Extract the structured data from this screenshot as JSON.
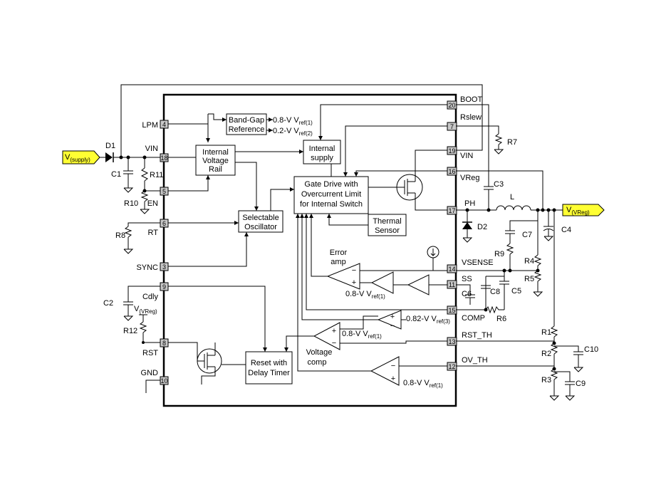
{
  "pins": [
    {
      "num": "4",
      "name": "LPM"
    },
    {
      "num": "18",
      "name": "VIN"
    },
    {
      "num": "5",
      "name": "EN"
    },
    {
      "num": "6",
      "name": "RT"
    },
    {
      "num": "3",
      "name": "SYNC"
    },
    {
      "num": "9",
      "name": "Cdly"
    },
    {
      "num": "8",
      "name": "RST"
    },
    {
      "num": "10",
      "name": "GND"
    },
    {
      "num": "20",
      "name": "BOOT"
    },
    {
      "num": "7",
      "name": "Rslew"
    },
    {
      "num": "19",
      "name": "VIN"
    },
    {
      "num": "16",
      "name": "VReg"
    },
    {
      "num": "17",
      "name": "PH"
    },
    {
      "num": "14",
      "name": "VSENSE"
    },
    {
      "num": "11",
      "name": "SS"
    },
    {
      "num": "15",
      "name": "COMP"
    },
    {
      "num": "13",
      "name": "RST_TH"
    },
    {
      "num": "12",
      "name": "OV_TH"
    }
  ],
  "blocks": {
    "bandgap": [
      "Band-Gap",
      "Reference"
    ],
    "vrail": [
      "Internal",
      "Voltage",
      "Rail"
    ],
    "isupply": [
      "Internal",
      "supply"
    ],
    "gate": [
      "Gate Drive with",
      "Overcurrent Limit",
      "for Internal Switch"
    ],
    "osc": [
      "Selectable",
      "Oscillator"
    ],
    "thermal": [
      "Thermal",
      "Sensor"
    ],
    "reset": [
      "Reset with",
      "Delay Timer"
    ]
  },
  "components": {
    "D1": "D1",
    "C1": "C1",
    "R11": "R11",
    "R10": "R10",
    "R8": "R8",
    "C2": "C2",
    "R12": "R12",
    "R7": "R7",
    "C3": "C3",
    "L": "L",
    "C4": "C4",
    "D2": "D2",
    "C7": "C7",
    "R9": "R9",
    "R4": "R4",
    "R5": "R5",
    "C6": "C6",
    "C8": "C8",
    "C5": "C5",
    "R6": "R6",
    "R1": "R1",
    "R2": "R2",
    "C10": "C10",
    "R3": "R3",
    "C9": "C9"
  },
  "refs": {
    "bg1": "0.8-V V",
    "bg1sub": "ref(1)",
    "bg2": "0.2-V V",
    "bg2sub": "ref(2)",
    "ea": "0.8-V V",
    "easub": "ref(1)",
    "c82": "0.82-V V",
    "c82sub": "ref(3)",
    "vc": "0.8-V V",
    "vcsub": "ref(1)",
    "ov": "0.8-V V",
    "ovsub": "ref(1)"
  },
  "labels": {
    "vsupply": "V",
    "vsupply_sub": "(supply)",
    "vreg_out": "V",
    "vreg_out_sub": "(VReg)",
    "vreg_c2": "V",
    "vreg_c2_sub": "(VReg)",
    "error_amp": [
      "Error",
      "amp"
    ],
    "voltage_comp": [
      "Voltage",
      "comp"
    ]
  }
}
